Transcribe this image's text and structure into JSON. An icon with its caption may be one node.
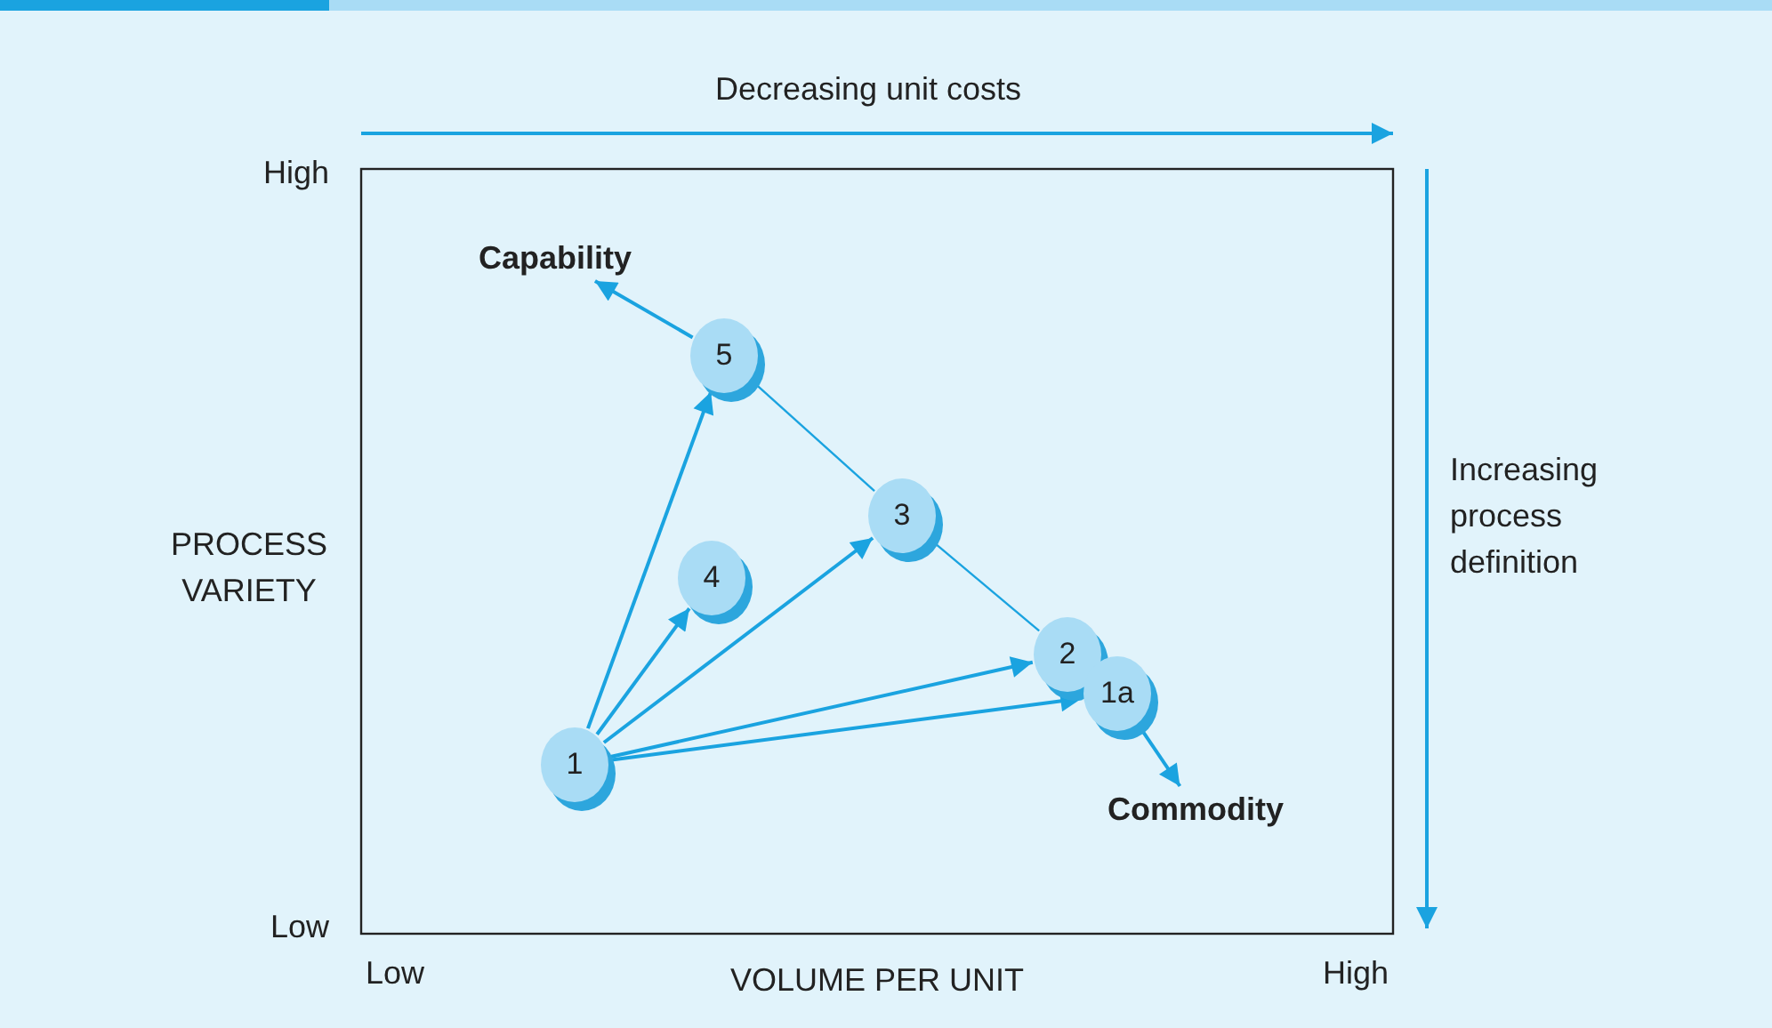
{
  "diagram": {
    "nodes": [
      {
        "text": [
          "Capability"
        ]
      },
      {
        "text": [
          "5"
        ]
      },
      {
        "text": [
          "3"
        ]
      },
      {
        "text": [
          "4"
        ]
      },
      {
        "text": [
          "2"
        ]
      },
      {
        "text": [
          "1a"
        ]
      },
      {
        "text": [
          "1"
        ]
      },
      {
        "text": [
          "Commodity"
        ]
      }
    ],
    "edges": [
      {
        "from": 6,
        "to": 1,
        "arrow": "to"
      },
      {
        "from": 6,
        "to": 3,
        "arrow": "to"
      },
      {
        "from": 6,
        "to": 2,
        "arrow": "to"
      },
      {
        "from": 6,
        "to": 4,
        "arrow": "to"
      },
      {
        "from": 6,
        "to": 5,
        "arrow": "to"
      },
      {
        "from": 1,
        "to": 0,
        "arrow": "to"
      },
      {
        "from": 1,
        "to": 2,
        "arrow": "none"
      },
      {
        "from": 2,
        "to": 4,
        "arrow": "none"
      },
      {
        "from": 5,
        "to": 7,
        "arrow": "to"
      }
    ],
    "labels": [
      "Decreasing unit costs",
      "High",
      "Increasing process definition",
      "PROCESS VARIETY",
      "Low",
      "Low",
      "VOLUME PER UNIT",
      "High"
    ]
  }
}
